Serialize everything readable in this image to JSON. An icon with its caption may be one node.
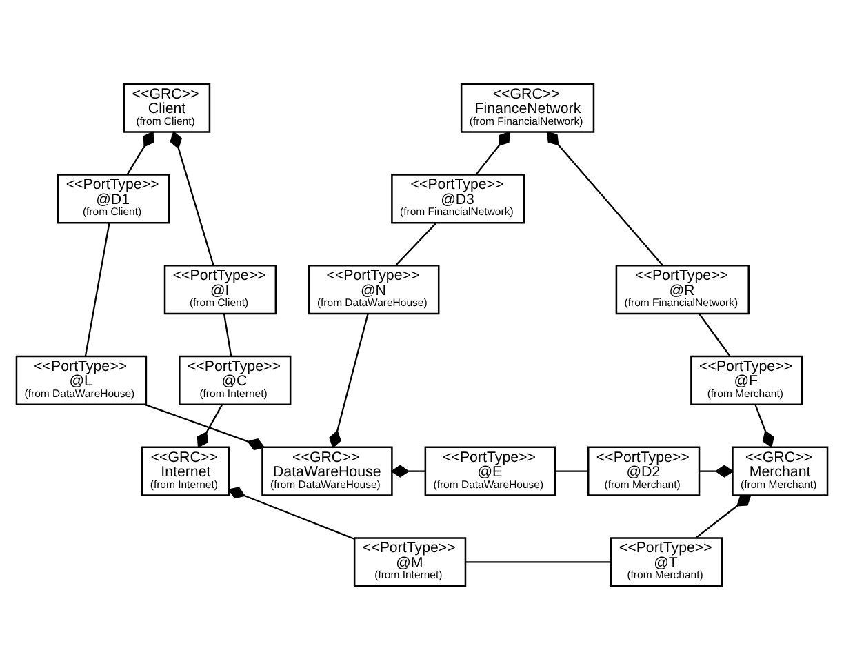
{
  "diagram": {
    "nodes": [
      {
        "text": [
          "<<GRC>>",
          "Client",
          "(from Client)"
        ]
      },
      {
        "text": [
          "<<GRC>>",
          "FinanceNetwork",
          "(from FinancialNetwork)"
        ]
      },
      {
        "text": [
          "<<PortType>>",
          "@D1",
          "(from Client)"
        ]
      },
      {
        "text": [
          "<<PortType>>",
          "@D3",
          "(from FinancialNetwork)"
        ]
      },
      {
        "text": [
          "<<PortType>>",
          "@I",
          "(from Client)"
        ]
      },
      {
        "text": [
          "<<PortType>>",
          "@R",
          "(from FinancialNetwork)"
        ]
      },
      {
        "text": [
          "<<PortType>>",
          "@N",
          "(from DataWareHouse)"
        ]
      },
      {
        "text": [
          "<<PortType>>",
          "@L",
          "(from DataWareHouse)"
        ]
      },
      {
        "text": [
          "<<PortType>>",
          "@C",
          "(from Internet)"
        ]
      },
      {
        "text": [
          "<<PortType>>",
          "@F",
          "(from Merchant)"
        ]
      },
      {
        "text": [
          "<<GRC>>",
          "Internet",
          "(from Internet)"
        ]
      },
      {
        "text": [
          "<<GRC>>",
          "DataWareHouse",
          "(from DataWareHouse)"
        ]
      },
      {
        "text": [
          "<<PortType>>",
          "@E",
          "(from DataWareHouse)"
        ]
      },
      {
        "text": [
          "<<PortType>>",
          "@D2",
          "(from Merchant)"
        ]
      },
      {
        "text": [
          "<<GRC>>",
          "Merchant",
          "(from Merchant)"
        ]
      },
      {
        "text": [
          "<<PortType>>",
          "@M",
          "(from Internet)"
        ]
      },
      {
        "text": [
          "<<PortType>>",
          "@T",
          "(from Merchant)"
        ]
      }
    ],
    "edges": [
      {
        "from": 0,
        "to": 4,
        "arrow": "other"
      },
      {
        "from": 0,
        "to": 2,
        "arrow": "other"
      },
      {
        "from": 1,
        "to": 3,
        "arrow": "other"
      },
      {
        "from": 1,
        "to": 5,
        "arrow": "other"
      },
      {
        "from": 2,
        "to": 7,
        "arrow": "none"
      },
      {
        "from": 3,
        "to": 6,
        "arrow": "none"
      },
      {
        "from": 4,
        "to": 8,
        "arrow": "none"
      },
      {
        "from": 5,
        "to": 9,
        "arrow": "none"
      },
      {
        "from": 11,
        "to": 7,
        "arrow": "other"
      },
      {
        "from": 11,
        "to": 6,
        "arrow": "other"
      },
      {
        "from": 10,
        "to": 8,
        "arrow": "other"
      },
      {
        "from": 14,
        "to": 9,
        "arrow": "other"
      },
      {
        "from": 11,
        "to": 12,
        "arrow": "other"
      },
      {
        "from": 12,
        "to": 13,
        "arrow": "none"
      },
      {
        "from": 14,
        "to": 13,
        "arrow": "other"
      },
      {
        "from": 10,
        "to": 15,
        "arrow": "other"
      },
      {
        "from": 14,
        "to": 16,
        "arrow": "other"
      },
      {
        "from": 15,
        "to": 16,
        "arrow": "none"
      }
    ]
  }
}
